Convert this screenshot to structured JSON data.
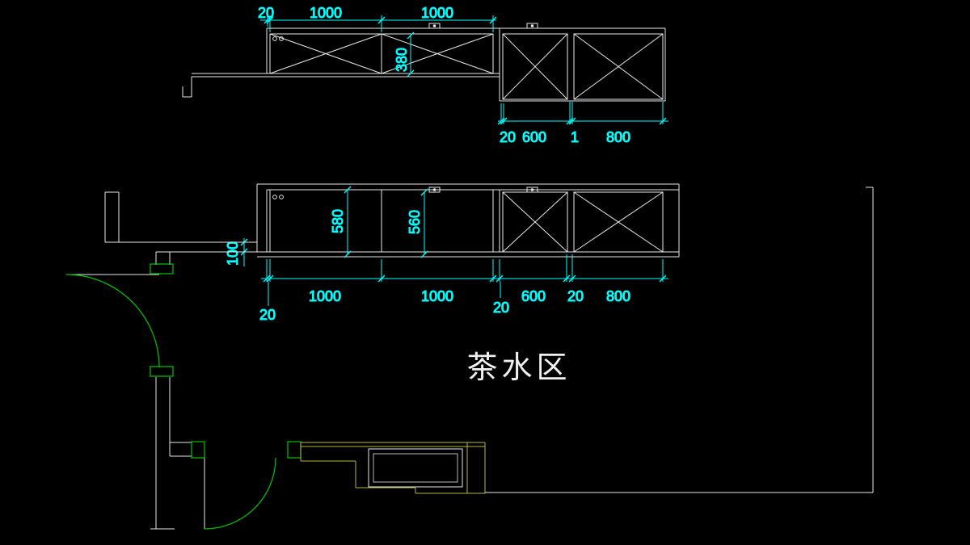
{
  "colors": {
    "background": "#000000",
    "dimension_text": "#00ffff",
    "cad_line": "#e8e8e8",
    "door_green": "#00c800",
    "counter_yellow": "#b8b838",
    "label_white": "#f0f0f0"
  },
  "upper_elevation": {
    "top_dims": {
      "seg1": "20",
      "seg2": "1000",
      "seg3": "1000"
    },
    "height_dim": "380",
    "bottom_dims": {
      "seg1": "20",
      "seg2": "600",
      "seg3": "1",
      "seg4": "800"
    }
  },
  "counter_elevation": {
    "depth_dim_left": "580",
    "depth_dim_right": "560",
    "wall_thickness_dim": "100",
    "bottom_dims": {
      "seg1": "20",
      "seg2": "1000",
      "seg3": "1000",
      "seg4": "20",
      "seg5": "600",
      "seg6": "20",
      "seg7": "800"
    }
  },
  "floor_plan": {
    "area_label": "茶水区"
  }
}
